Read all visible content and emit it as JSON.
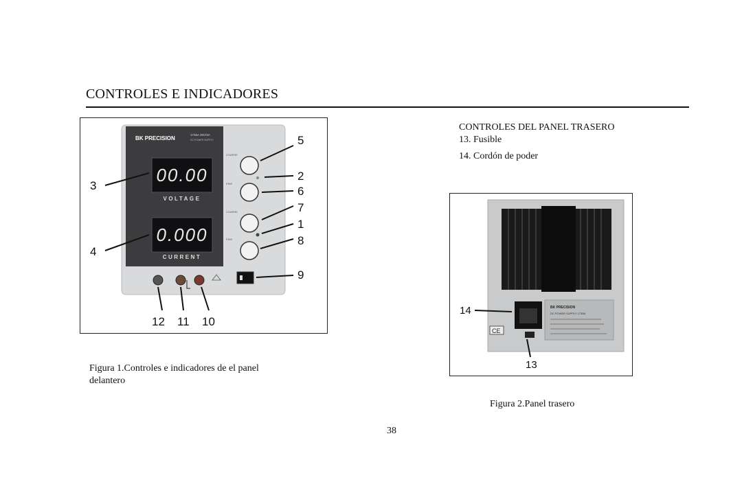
{
  "title": "CONTROLES E INDICADORES",
  "rear_panel": {
    "heading": "CONTROLES DEL PANEL TRASERO",
    "items": [
      "13. Fusible",
      "14. Cordón de poder"
    ]
  },
  "figure1": {
    "caption": "Figura 1.Controles e indicadores de el panel delantero",
    "brand": "BK PRECISION",
    "model": "1735A  30V/3A",
    "model_sub": "DC POWER SUPPLY",
    "display_voltage": "00.00",
    "display_current": "0.000",
    "voltage_label": "VOLTAGE",
    "current_label": "CURRENT",
    "knob_labels": [
      "COARSE",
      "FINE",
      "COARSE",
      "FINE"
    ],
    "callouts": [
      "5",
      "2",
      "6",
      "7",
      "1",
      "8",
      "9",
      "3",
      "4",
      "12",
      "11",
      "10"
    ]
  },
  "figure2": {
    "caption": "Figura 2.Panel trasero",
    "callouts": [
      "14",
      "13"
    ],
    "label_brand": "BK PRECISION",
    "label_model": "DC POWER SUPPLY  1735A",
    "ce_mark": "CE"
  },
  "page_number": "38"
}
